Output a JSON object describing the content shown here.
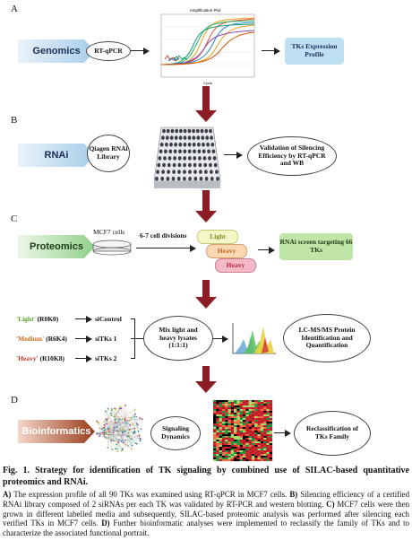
{
  "panels": {
    "a": "A",
    "b": "B",
    "c": "C",
    "d": "D"
  },
  "row_a": {
    "genomics": "Genomics",
    "rtqpcr": "RT-qPCR",
    "plot_title": "Amplification Plot",
    "plot_xlabel": "Cycle",
    "tks_profile": "TKs Expression Profile"
  },
  "row_b": {
    "rnai": "RNAi",
    "library": "Qiagen RNAi Library",
    "validation": "Validation of Silencing Efficiency by RT-qPCR and WB"
  },
  "row_c": {
    "proteomics": "Proteomics",
    "mcf7": "MCF7 cells",
    "divisions": "6-7 cell divisions",
    "light": "Light",
    "medium": "Heavy",
    "heavy": "Heavy",
    "screen": "RNAi screen targeting 66 TKs"
  },
  "silac": {
    "light_label": "'Light'",
    "light_code": " (R0K0)",
    "medium_label": "'Medium'",
    "medium_code": " (R6K4)",
    "heavy_label": "'Heavy'",
    "heavy_code": " (R10K8)",
    "si1": "siControl",
    "si2": "siTKs 1",
    "si3": "siTKs 2",
    "mix": "Mix light and heavy lysates (1:1:1)",
    "lcms": "LC-MS/MS Protein Identification and Quantification",
    "colors": {
      "light": "#5aa02c",
      "medium": "#d26a1a",
      "heavy": "#c0392b"
    }
  },
  "row_d": {
    "bioinformatics": "Bioinformatics",
    "signaling": "Signaling Dynamics",
    "reclass": "Reclassification of TKs Family"
  },
  "caption": {
    "title": "Fig. 1. Strategy for identification of TK signaling by combined use of SILAC-based quantitative proteomics and RNAi.",
    "a_tag": "A)",
    "a_text": " The expression profile of all 90 TKs was examined using RT-qPCR in MCF7 cells.",
    "b_tag": "B)",
    "b_text": " Silencing efficiency of a certified RNAi library composed of 2 siRNAs per each TK was validated by RT-PCR and western blotting.",
    "c_tag": "C)",
    "c_text": " MCF7 cells were then grown in different labelled media and subsequently, SILAC-based proteomic analysis was performed after silencing each verified TKs in MCF7 cells.",
    "d_tag": "D)",
    "d_text": " Further bioinformatic analyses were implemented to reclassify the family of TKs and to characterize the associated functional portrait."
  }
}
